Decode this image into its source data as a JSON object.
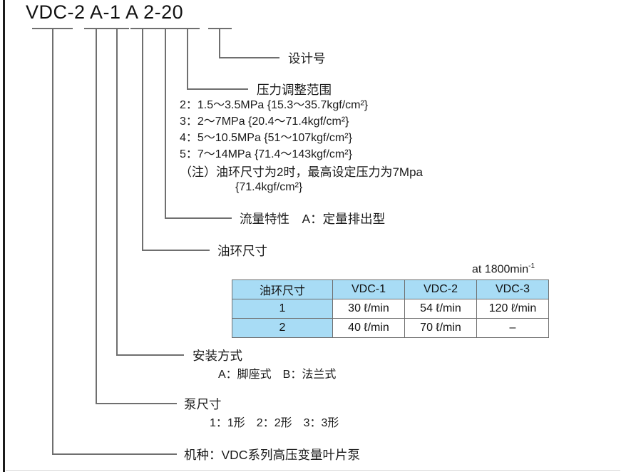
{
  "model_number": "VDC-2 A-1 A 2-20",
  "labels": {
    "design_no": "设计号",
    "pressure_range_title": "压力调整范围",
    "flow_characteristic": "流量特性　A：定量排出型",
    "oil_ring_size": "油环尺寸",
    "mounting_type": "安装方式",
    "mounting_options": "A：脚座式　B：法兰式",
    "pump_size": "泵尺寸",
    "pump_size_options": "1：1形　2：2形　3：3形",
    "model_type": "机种：VDC系列高压变量叶片泵"
  },
  "pressure_options": [
    "2：1.5～3.5MPa {15.3～35.7kgf/cm²}",
    "3：2～7MPa {20.4～71.4kgf/cm²}",
    "4：5～10.5MPa {51～107kgf/cm²}",
    "5：7～14MPa {71.4～143kgf/cm²}"
  ],
  "pressure_note_line1": "（注）油环尺寸为2时，最高设定压力为7Mpa",
  "pressure_note_line2": "{71.4kgf/cm²}",
  "flow_table": {
    "caption_text": "at 1800min",
    "caption_sup": "-1",
    "headers": [
      "油环尺寸",
      "VDC-1",
      "VDC-2",
      "VDC-3"
    ],
    "rows": [
      [
        "1",
        "30 ℓ/min",
        "54 ℓ/min",
        "120 ℓ/min"
      ],
      [
        "2",
        "40 ℓ/min",
        "70 ℓ/min",
        "–"
      ]
    ]
  },
  "colors": {
    "table_header_fill": "#a8dcf5",
    "leader_line": "#6f6f6f",
    "text": "#1a1a1a"
  }
}
